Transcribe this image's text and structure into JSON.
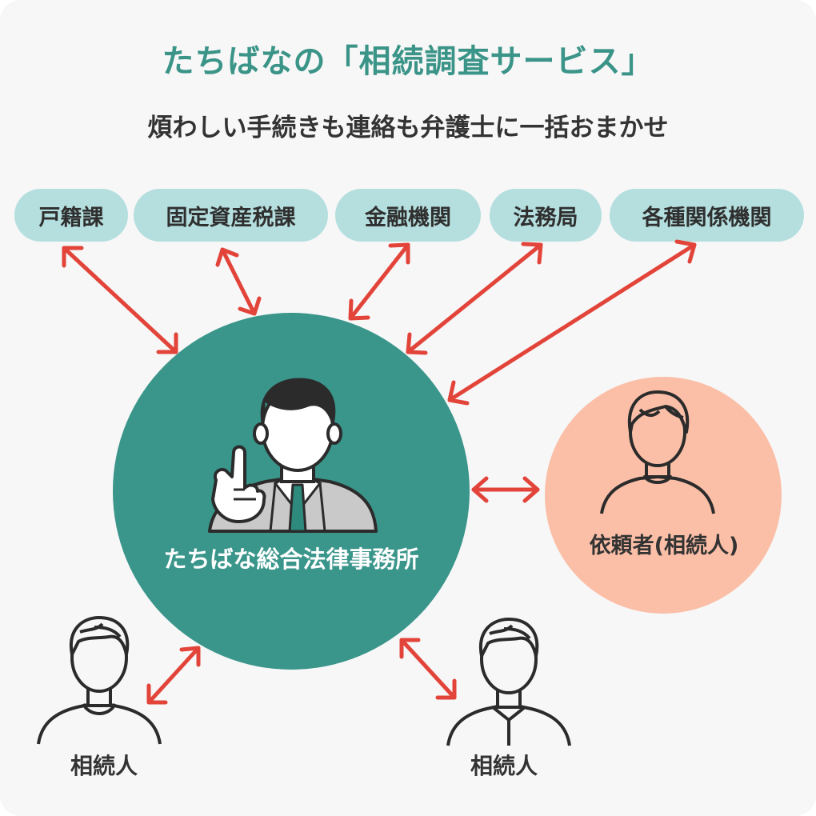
{
  "header": {
    "title": "たちばなの「相続調査サービス」",
    "subtitle": "煩わしい手続きも連絡も弁護士に一括おまかせ"
  },
  "institutions": [
    {
      "label": "戸籍課"
    },
    {
      "label": "固定資産税課"
    },
    {
      "label": "金融機関"
    },
    {
      "label": "法務局"
    },
    {
      "label": "各種関係機関"
    }
  ],
  "center": {
    "label": "たちばな総合法律事務所",
    "color": "#3a958b"
  },
  "client": {
    "label": "依頼者(相続人)",
    "color": "#fbbfa7"
  },
  "heirs": [
    {
      "label": "相続人"
    },
    {
      "label": "相続人"
    }
  ],
  "colors": {
    "accent": "#3b9488",
    "arrow": "#e2443a",
    "pill": "#b5dede"
  }
}
